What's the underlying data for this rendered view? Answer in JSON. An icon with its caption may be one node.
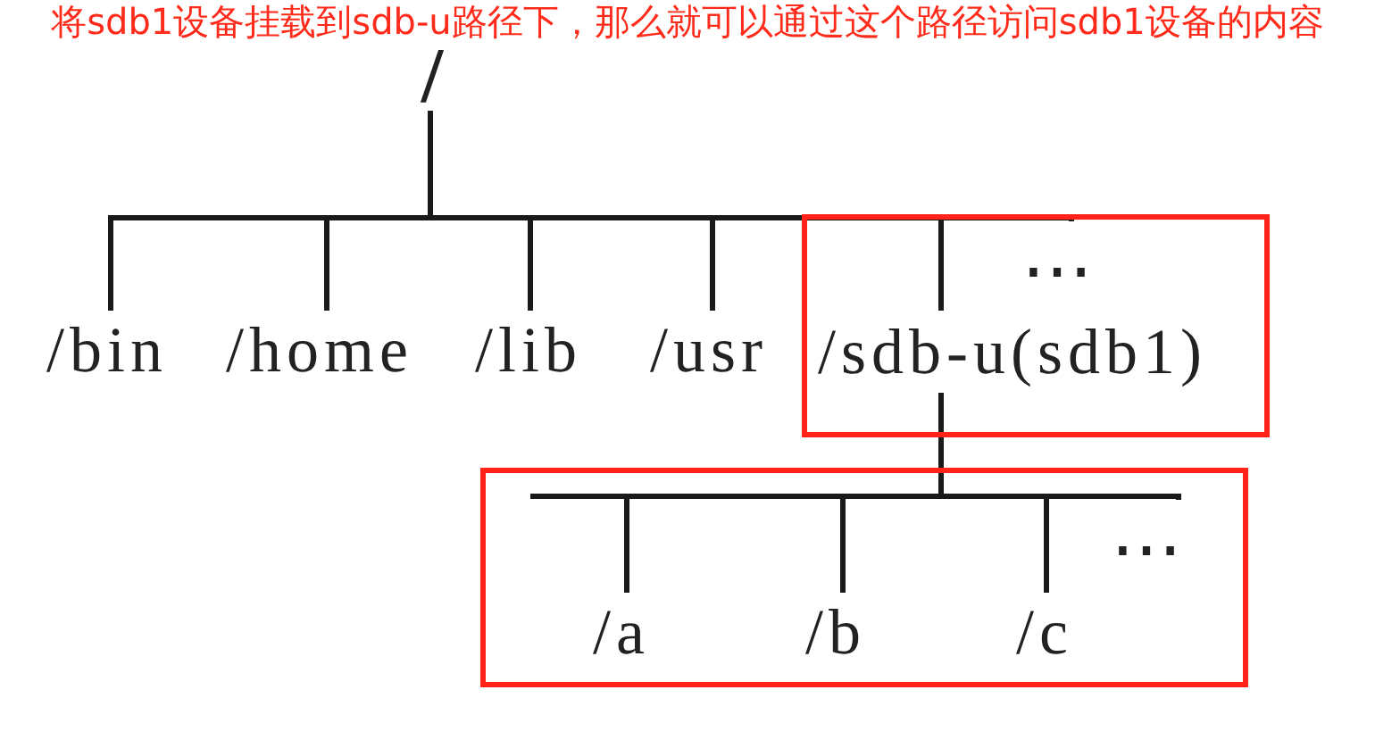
{
  "diagram": {
    "nodes": [
      {
        "text": [
          "/"
        ]
      },
      {
        "text": [
          "/bin"
        ]
      },
      {
        "text": [
          "/home"
        ]
      },
      {
        "text": [
          "/lib"
        ]
      },
      {
        "text": [
          "/usr"
        ]
      },
      {
        "text": [],
        "shape": "box"
      },
      {
        "text": [
          "/sdb-u(sdb1)"
        ],
        "in": 5
      },
      {
        "text": [
          "…"
        ],
        "in": 5
      },
      {
        "text": [],
        "shape": "box"
      },
      {
        "text": [
          "/a"
        ],
        "in": 8
      },
      {
        "text": [
          "/b"
        ],
        "in": 8
      },
      {
        "text": [
          "/c"
        ],
        "in": 8
      },
      {
        "text": [
          "…"
        ],
        "in": 8
      }
    ],
    "edges": [
      {
        "from": 0,
        "to": 1,
        "arrow": "none"
      },
      {
        "from": 0,
        "to": 2,
        "arrow": "none"
      },
      {
        "from": 0,
        "to": 3,
        "arrow": "none"
      },
      {
        "from": 0,
        "to": 4,
        "arrow": "none"
      },
      {
        "from": 0,
        "to": 6,
        "arrow": "none"
      },
      {
        "from": 0,
        "to": 7,
        "arrow": "none"
      },
      {
        "from": 6,
        "to": 9,
        "arrow": "none"
      },
      {
        "from": 6,
        "to": 10,
        "arrow": "none"
      },
      {
        "from": 6,
        "to": 11,
        "arrow": "none"
      },
      {
        "from": 6,
        "to": 12,
        "arrow": "none"
      }
    ],
    "labels": [
      "将sdb1设备挂载到sdb-u路径下，那么就可以通过这个路径访问sdb1设备的内容"
    ]
  }
}
